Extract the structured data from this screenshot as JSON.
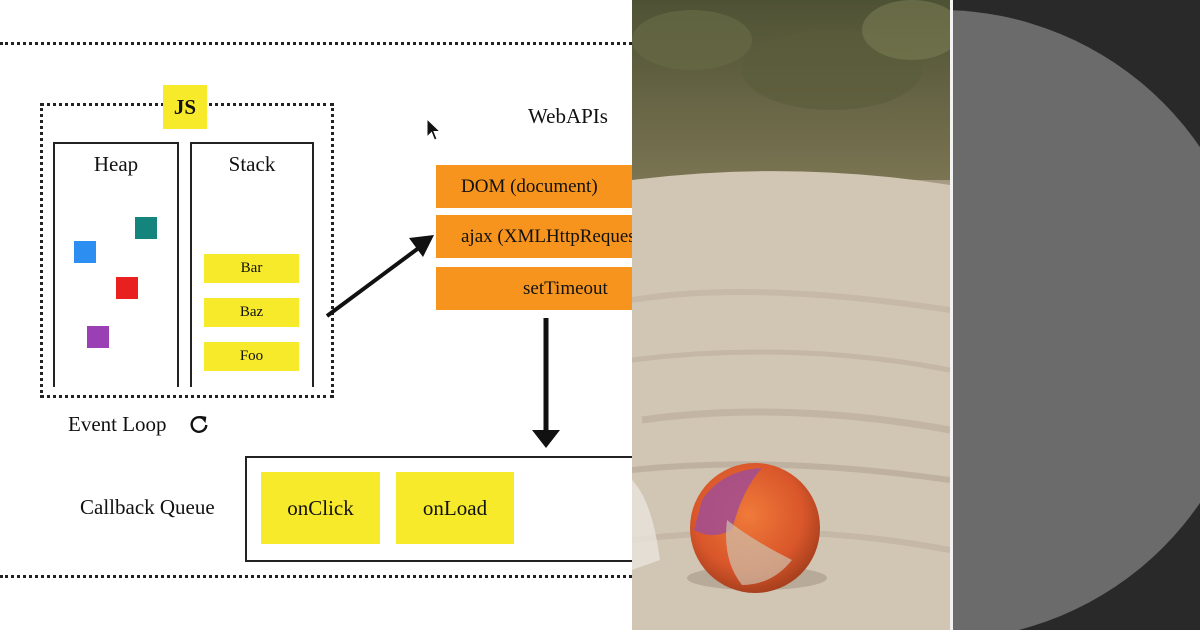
{
  "diagram": {
    "js_badge": "JS",
    "heap_title": "Heap",
    "stack_title": "Stack",
    "heap_objects": [
      {
        "name": "teal",
        "color": "#13857c"
      },
      {
        "name": "blue",
        "color": "#2c8ef0"
      },
      {
        "name": "red",
        "color": "#e82020"
      },
      {
        "name": "purple",
        "color": "#9b40b4"
      }
    ],
    "stack_frames": [
      "Bar",
      "Baz",
      "Foo"
    ],
    "webapis_title": "WebAPIs",
    "webapis": [
      "DOM (document)",
      "ajax (XMLHttpRequest)",
      "setTimeout"
    ],
    "event_loop_label": "Event Loop",
    "callback_queue_label": "Callback Queue",
    "callbacks": [
      "onClick",
      "onLoad"
    ],
    "colors": {
      "yellow": "#f7ea2b",
      "orange": "#f7941d"
    }
  },
  "icons": {
    "event_loop": "refresh-icon",
    "cursor": "mouse-pointer-icon"
  }
}
